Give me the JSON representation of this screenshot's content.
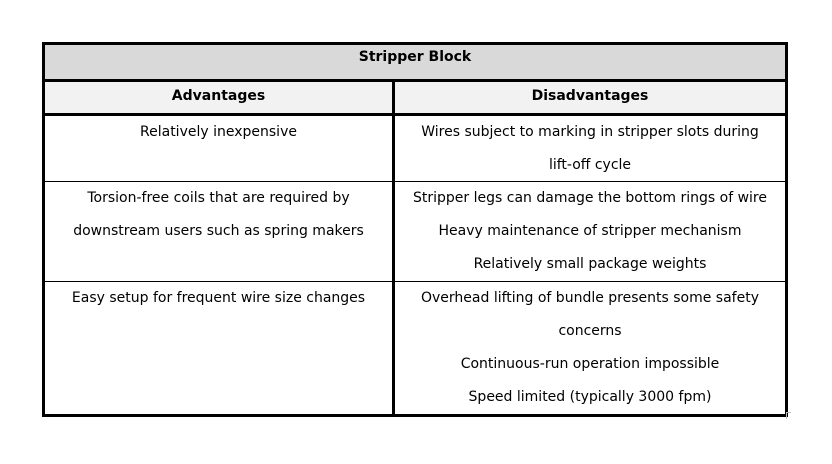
{
  "table": {
    "title": "Stripper Block",
    "headers": {
      "advantages": "Advantages",
      "disadvantages": "Disadvantages"
    },
    "rows": [
      {
        "advantages": [
          "Relatively inexpensive"
        ],
        "disadvantages": [
          "Wires subject to marking in stripper slots during",
          "lift-off cycle"
        ]
      },
      {
        "advantages": [
          "Torsion-free coils that are required  by",
          "downstream users such as spring makers"
        ],
        "disadvantages": [
          "Stripper legs can damage the bottom rings of wire",
          "Heavy maintenance of stripper mechanism",
          "Relatively small package weights"
        ]
      },
      {
        "advantages": [
          "Easy setup for frequent wire size changes"
        ],
        "disadvantages": [
          "Overhead lifting of bundle presents some safety",
          "concerns",
          "Continuous-run operation impossible",
          "Speed limited (typically 3000 fpm)"
        ]
      }
    ]
  }
}
